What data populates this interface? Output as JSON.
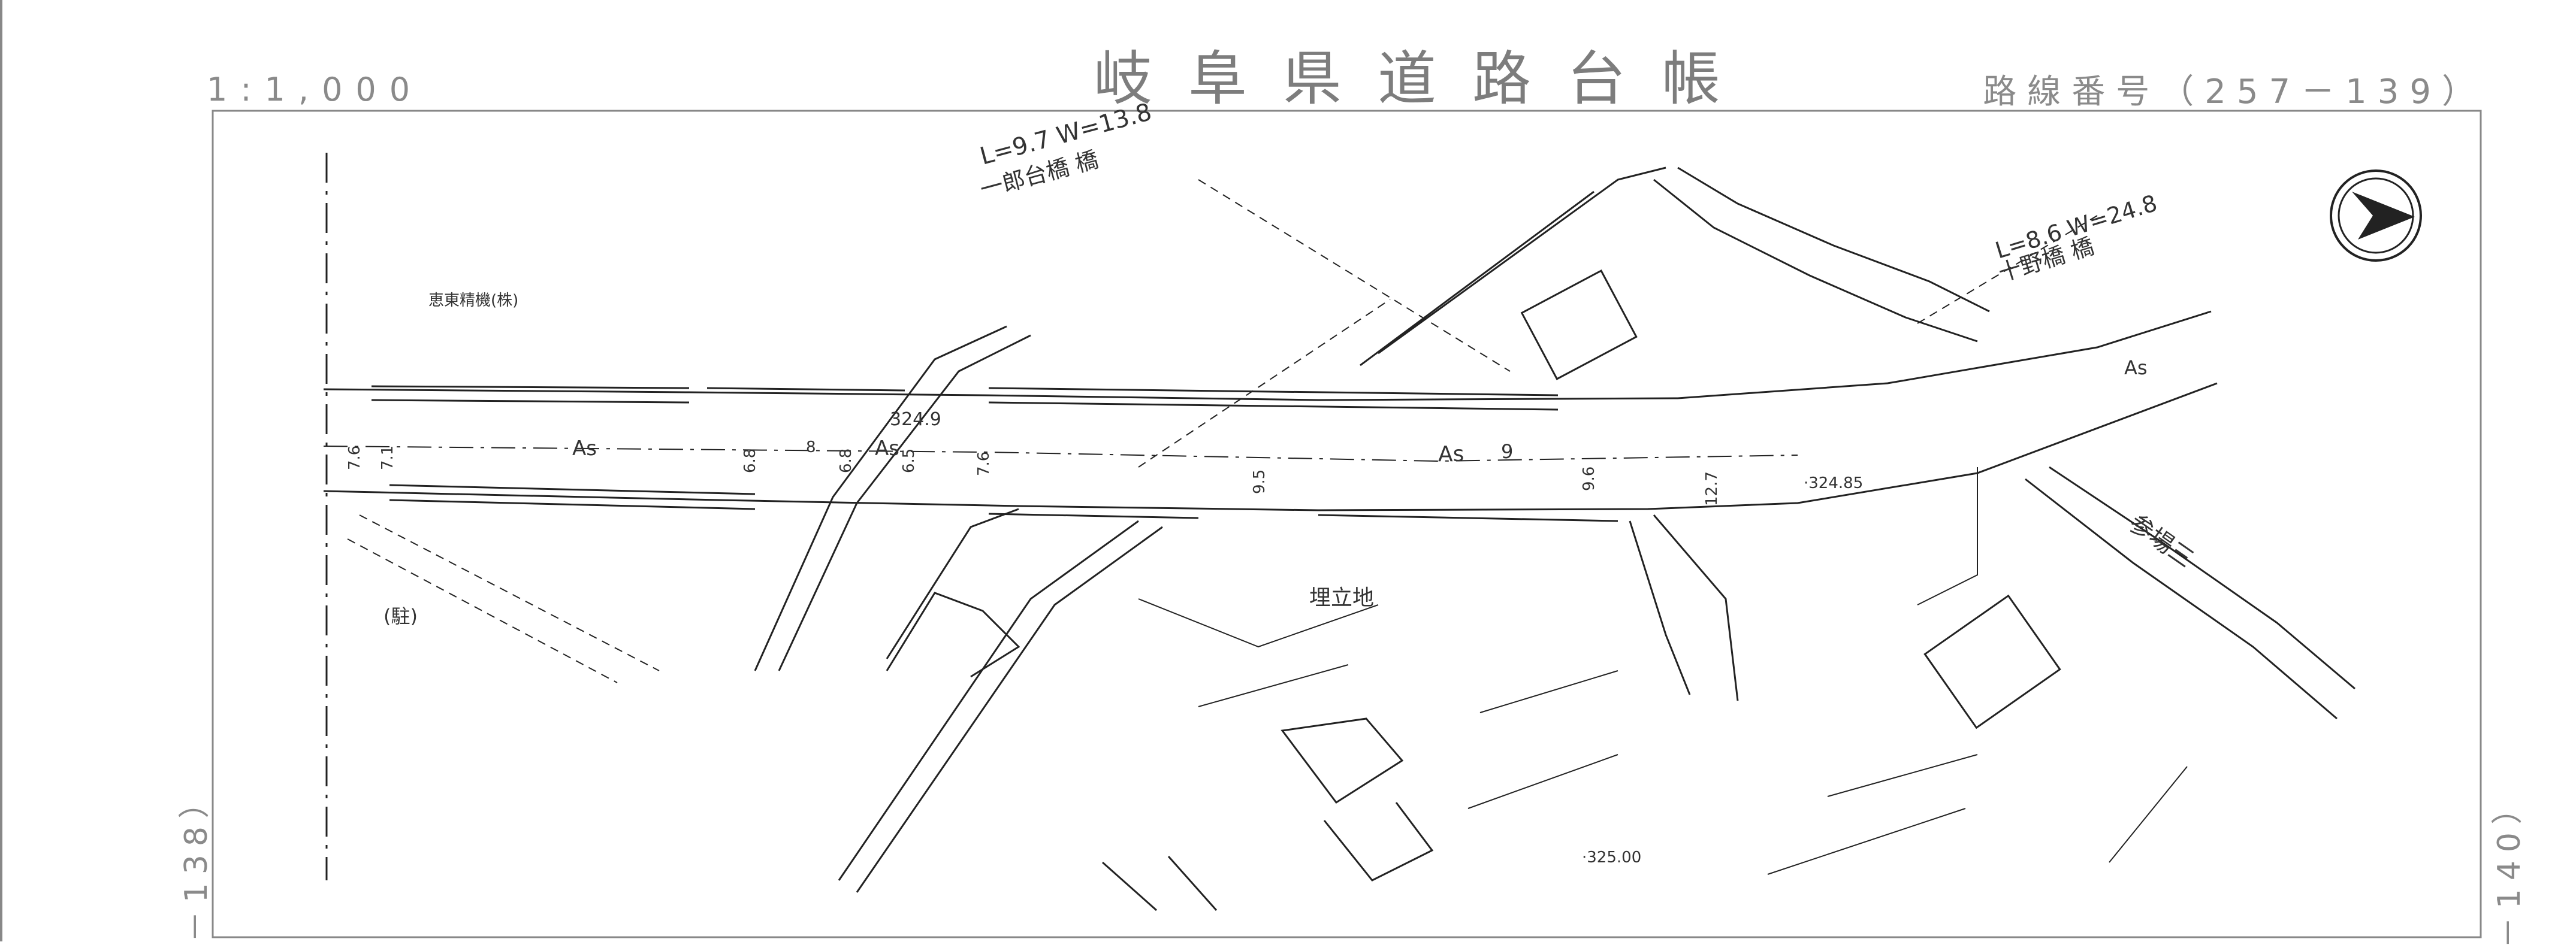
{
  "header": {
    "scale": "1:1,000",
    "title": "岐阜県道路台帳",
    "route_number": "路線番号（257－139）"
  },
  "side_labels": {
    "left": "－138）",
    "right": "－140）"
  },
  "map_labels": {
    "company": "恵東精機(株)",
    "bridge1_dims": "L=9.7  W=13.8",
    "bridge1_name": "一郎台橋  橋",
    "bridge2_dims": "L=8.6  W=24.8",
    "bridge2_name": "十野橋  橋",
    "bridge3_name": "参場三",
    "surface1": "As",
    "surface2": "As",
    "surface3": "As",
    "surface4": "As",
    "landfill": "埋立地",
    "parking": "(駐)",
    "elev1": "324.9",
    "elev2": "·324.85",
    "elev3": "·325.00",
    "width_main": "9",
    "w1": "7.6",
    "w2": "7.1",
    "w3": "6.8",
    "w4": "8",
    "w5": "6.8",
    "w6": "6.5",
    "w7": "7.6",
    "w8": "9.5",
    "w9": "9.6",
    "w10": "12.7"
  }
}
